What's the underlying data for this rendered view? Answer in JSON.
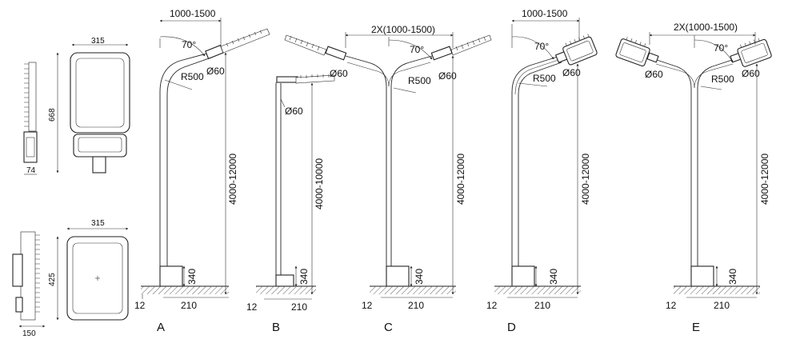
{
  "diagram": {
    "fixture": {
      "front_width": "315",
      "front_height": "668",
      "side_depth": "74",
      "flood_width": "315",
      "flood_height": "425",
      "flood_depth": "150"
    },
    "poles": [
      {
        "letter": "A",
        "arm": "1000-1500",
        "angle": "70°",
        "radius": "R500",
        "dia": "Ø60",
        "height": "4000-12000",
        "base": "340",
        "foot_left": "12",
        "foot_right": "210"
      },
      {
        "letter": "B",
        "dia": "Ø60",
        "height": "4000-10000",
        "base": "340",
        "foot_left": "12",
        "foot_right": "210"
      },
      {
        "letter": "C",
        "arm": "2X(1000-1500)",
        "angle": "70°",
        "radius": "R500",
        "dia_left": "Ø60",
        "dia_right": "Ø60",
        "height": "4000-12000",
        "base": "340",
        "foot_left": "12",
        "foot_right": "210"
      },
      {
        "letter": "D",
        "arm": "1000-1500",
        "angle": "70°",
        "radius": "R500",
        "dia": "Ø60",
        "height": "4000-12000",
        "base": "340",
        "foot_left": "12",
        "foot_right": "210"
      },
      {
        "letter": "E",
        "arm": "2X(1000-1500)",
        "angle": "70°",
        "radius": "R500",
        "dia_left": "Ø60",
        "dia_right": "Ø60",
        "height": "4000-12000",
        "base": "340",
        "foot_left": "12",
        "foot_right": "210"
      }
    ]
  }
}
